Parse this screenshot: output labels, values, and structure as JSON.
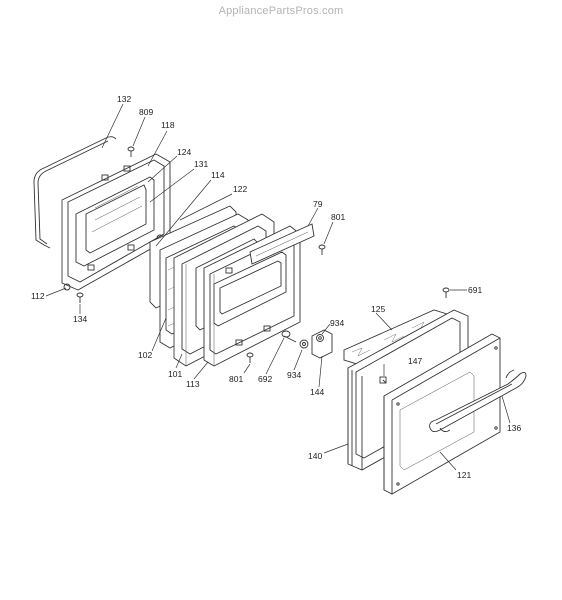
{
  "watermark": "AppliancePartsPros.com",
  "callouts": [
    {
      "id": "132",
      "text": "132"
    },
    {
      "id": "809",
      "text": "809"
    },
    {
      "id": "118",
      "text": "118"
    },
    {
      "id": "124",
      "text": "124"
    },
    {
      "id": "131",
      "text": "131"
    },
    {
      "id": "114",
      "text": "114"
    },
    {
      "id": "122",
      "text": "122"
    },
    {
      "id": "79",
      "text": "79"
    },
    {
      "id": "801a",
      "text": "801"
    },
    {
      "id": "112",
      "text": "112"
    },
    {
      "id": "134",
      "text": "134"
    },
    {
      "id": "691",
      "text": "691"
    },
    {
      "id": "125",
      "text": "125"
    },
    {
      "id": "934a",
      "text": "934"
    },
    {
      "id": "102",
      "text": "102"
    },
    {
      "id": "147",
      "text": "147"
    },
    {
      "id": "101",
      "text": "101"
    },
    {
      "id": "113",
      "text": "113"
    },
    {
      "id": "801b",
      "text": "801"
    },
    {
      "id": "692",
      "text": "692"
    },
    {
      "id": "934b",
      "text": "934"
    },
    {
      "id": "144",
      "text": "144"
    },
    {
      "id": "136",
      "text": "136"
    },
    {
      "id": "140",
      "text": "140"
    },
    {
      "id": "121",
      "text": "121"
    }
  ]
}
